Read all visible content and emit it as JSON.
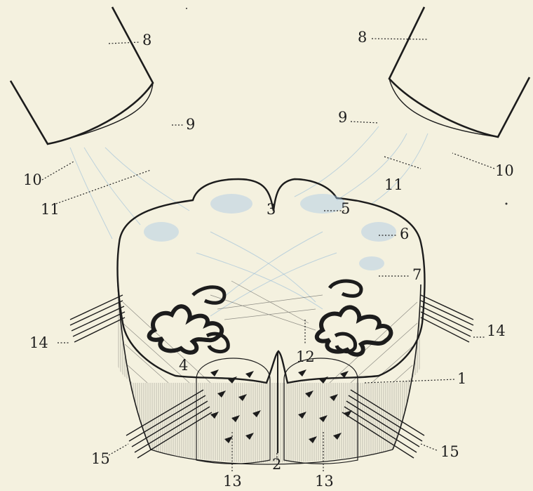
{
  "labels": {
    "l1": "1",
    "l2": "2",
    "l3": "3",
    "l4": "4",
    "l5": "5",
    "l6": "6",
    "l7": "7",
    "l8_left": "8",
    "l8_right": "8",
    "l9_left": "9",
    "l9_right": "9",
    "l10_left": "10",
    "l10_right": "10",
    "l11_left": "11",
    "l11_right": "11",
    "l12": "12",
    "l13_left": "13",
    "l13_right": "13",
    "l14_left": "14",
    "l14_right": "14",
    "l15_left": "15",
    "l15_right": "15"
  },
  "colors": {
    "paper": "#f4f1df",
    "ink": "#1c1c1c",
    "tint": "#a9c9e6"
  }
}
